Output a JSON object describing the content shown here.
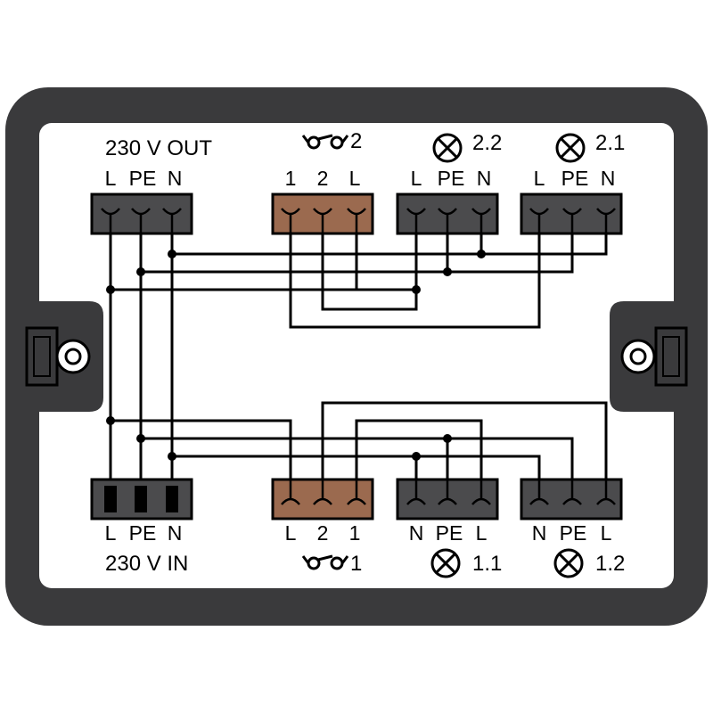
{
  "colors": {
    "housing": "#3a3a3c",
    "panel": "#ffffff",
    "connector_gray": "#4b4b4d",
    "connector_brown": "#9b6a4f",
    "wire": "#000000"
  },
  "connectors": {
    "out": {
      "title": "230 V OUT",
      "pins": [
        "L",
        "PE",
        "N"
      ]
    },
    "sw2": {
      "title": "2",
      "pins": [
        "1",
        "2",
        "L"
      ]
    },
    "lamp22": {
      "title": "2.2",
      "pins": [
        "L",
        "PE",
        "N"
      ]
    },
    "lamp21": {
      "title": "2.1",
      "pins": [
        "L",
        "PE",
        "N"
      ]
    },
    "in": {
      "title": "230 V IN",
      "pins": [
        "L",
        "PE",
        "N"
      ]
    },
    "sw1": {
      "title": "1",
      "pins": [
        "L",
        "2",
        "1"
      ]
    },
    "lamp11": {
      "title": "1.1",
      "pins": [
        "N",
        "PE",
        "L"
      ]
    },
    "lamp12": {
      "title": "1.2",
      "pins": [
        "N",
        "PE",
        "L"
      ]
    }
  },
  "icons": {
    "switch": "switch-icon",
    "lamp": "lamp-icon",
    "mount": "mounting-lug-icon"
  }
}
